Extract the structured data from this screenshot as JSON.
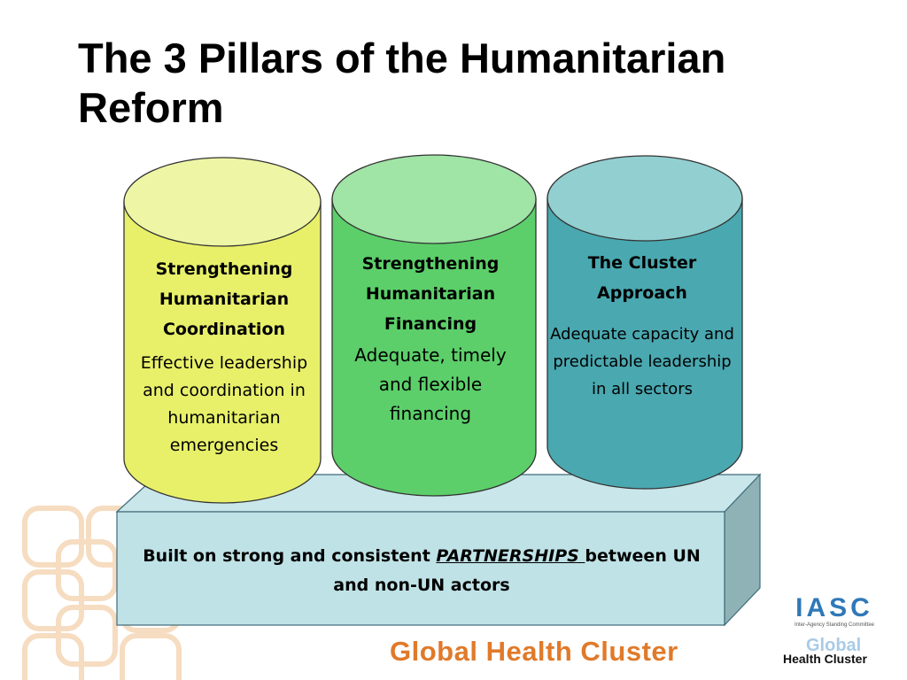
{
  "slide": {
    "title": "The 3 Pillars of the Humanitarian Reform"
  },
  "pillars": [
    {
      "heading": "Strengthening Humanitarian Coordination",
      "description": "Effective leadership and coordination in humanitarian emergencies",
      "color": "#e8f06a"
    },
    {
      "heading": "Strengthening Humanitarian Financing",
      "description": "Adequate, timely and flexible financing",
      "color": "#5ccf6a"
    },
    {
      "heading": "The Cluster Approach",
      "description": "Adequate capacity and predictable leadership in all sectors",
      "color": "#4aa8b0"
    }
  ],
  "base": {
    "text_before": "Built on strong and consistent ",
    "emphasis": "PARTNERSHIPS ",
    "text_after": "between UN and non-UN actors",
    "color": "#bfe2e6"
  },
  "logos": {
    "footer": "Global Health Cluster",
    "iasc": "IASC",
    "iasc_sub": "Inter-Agency Standing Committee",
    "small_ghost": "Global",
    "small_main": "Health Cluster",
    "footer_color": "#e07a2a",
    "iasc_color": "#2f78b8"
  }
}
